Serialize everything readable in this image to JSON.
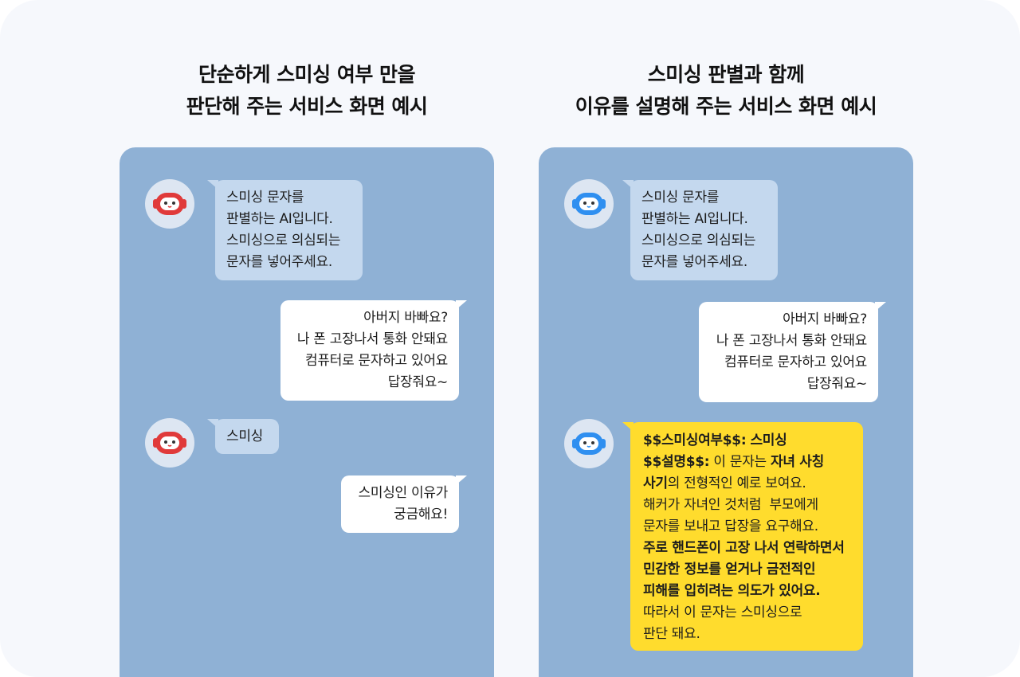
{
  "left": {
    "title_line1": "단순하게 스미싱 여부 만을",
    "title_line2": "판단해 주는 서비스 화면 예시",
    "bot_intro": [
      "스미싱 문자를",
      "판별하는 AI입니다.",
      "스미싱으로 의심되는",
      "문자를 넣어주세요."
    ],
    "user_message": [
      "아버지 바빠요?",
      "나 폰 고장나서 통화 안돼요",
      "컴퓨터로 문자하고 있어요",
      "답장줘요~"
    ],
    "bot_result": "스미싱",
    "user_question": [
      "스미싱인 이유가",
      "궁금해요!"
    ],
    "robot_color": "#e03a3a"
  },
  "right": {
    "title_line1": "스미싱 판별과 함께",
    "title_line2": "이유를 설명해 주는 서비스 화면 예시",
    "bot_intro": [
      "스미싱 문자를",
      "판별하는 AI입니다.",
      "스미싱으로 의심되는",
      "문자를 넣어주세요."
    ],
    "user_message": [
      "아버지 바빠요?",
      "나 폰 고장나서 통화 안돼요",
      "컴퓨터로 문자하고 있어요",
      "답장줘요~"
    ],
    "robot_color": "#2f8ff0",
    "answer": {
      "label_result": "$$스미싱여부$$:",
      "result_value": "스미싱",
      "label_reason": "$$설명$$:",
      "reason_part1": "이 문자는",
      "reason_bold1": "자녀 사칭",
      "reason_bold2": "사기",
      "reason_part2": "의 전형적인 예로 보여요.",
      "line4": "해커가 자녀인 것처럼  부모에게",
      "line5": "문자를 보내고 답장을 요구해요.",
      "bold_line6": "주로 핸드폰이 고장 나서 연락하면서",
      "bold_line7": "민감한 정보를 얻거나 금전적인",
      "bold_line8": "피해를 입히려는 의도가 있어요.",
      "line9": "따라서 이 문자는 스미싱으로",
      "line10": "판단 돼요."
    }
  },
  "colors": {
    "panel_bg": "#8fb1d5",
    "bot_bubble": "#c4d8ee",
    "user_bubble": "#ffffff",
    "highlight_bubble": "#ffdc2d"
  }
}
